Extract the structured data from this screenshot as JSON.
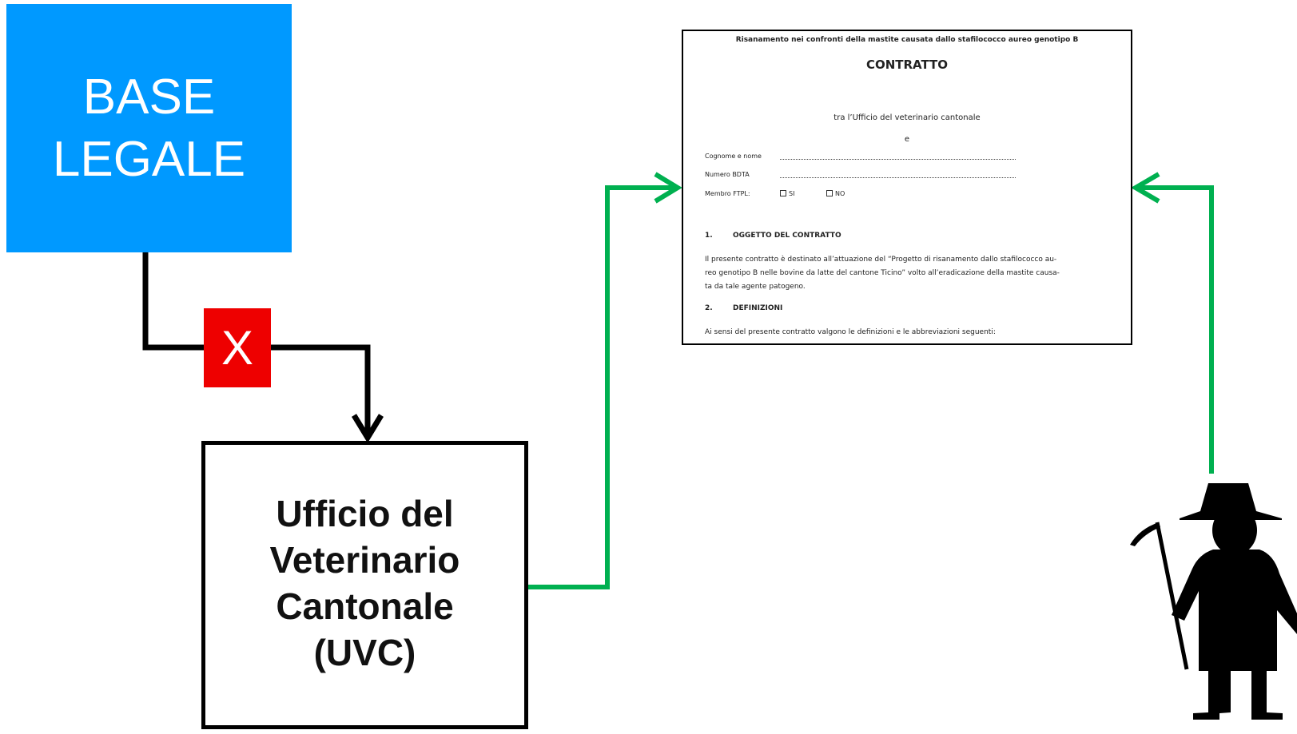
{
  "colors": {
    "base_fill": "#0099ff",
    "x_fill": "#ee0000",
    "connector_black": "#000000",
    "connector_green": "#00b050"
  },
  "base_box": {
    "lines": [
      "BASE",
      "LEGALE"
    ]
  },
  "blocked_marker": {
    "label": "X"
  },
  "uvc_box": {
    "lines": [
      "Ufficio del",
      "Veterinario",
      "Cantonale",
      "(UVC)"
    ]
  },
  "contract": {
    "header": "Risanamento nei confronti della mastite causata dallo stafilococco aureo genotipo B",
    "title": "CONTRATTO",
    "between": "tra l’Ufficio del veterinario cantonale",
    "and": "e",
    "fields": [
      "Cognome e nome",
      "Numero BDTA",
      "Membro  FTPL:"
    ],
    "options": [
      "SI",
      "NO"
    ],
    "section1": {
      "number": "1.",
      "title": "OGGETTO DEL CONTRATTO"
    },
    "paragraph_lines": [
      "Il presente contratto è destinato all’attuazione del “Progetto di risanamento dallo stafilococco au-",
      "reo genotipo B nelle bovine da latte del cantone Ticino” volto all’eradicazione della mastite causa-",
      "ta da tale agente patogeno."
    ],
    "section2": {
      "number": "2.",
      "title": "DEFINIZIONI"
    },
    "last_line": "Ai sensi del presente contratto valgono le definizioni e le abbreviazioni seguenti:"
  },
  "icons": {
    "farmer": "farmer-icon"
  }
}
